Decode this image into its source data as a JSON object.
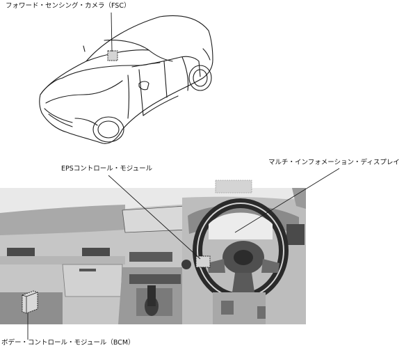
{
  "labels": {
    "fsc": "フォワード・センシング・カメラ（FSC）",
    "eps": "EPSコントロール・モジュール",
    "multi_display": "マルチ・インフォメーション・ディスプレイ",
    "bcm": "ボデー・コントロール・モジュール（BCM）"
  },
  "colors": {
    "line": "#1a1a1a",
    "dash_fill": "#c8c8c8",
    "dash_dark": "#3c3c3c",
    "highlight_box": "#d4d4d4"
  }
}
